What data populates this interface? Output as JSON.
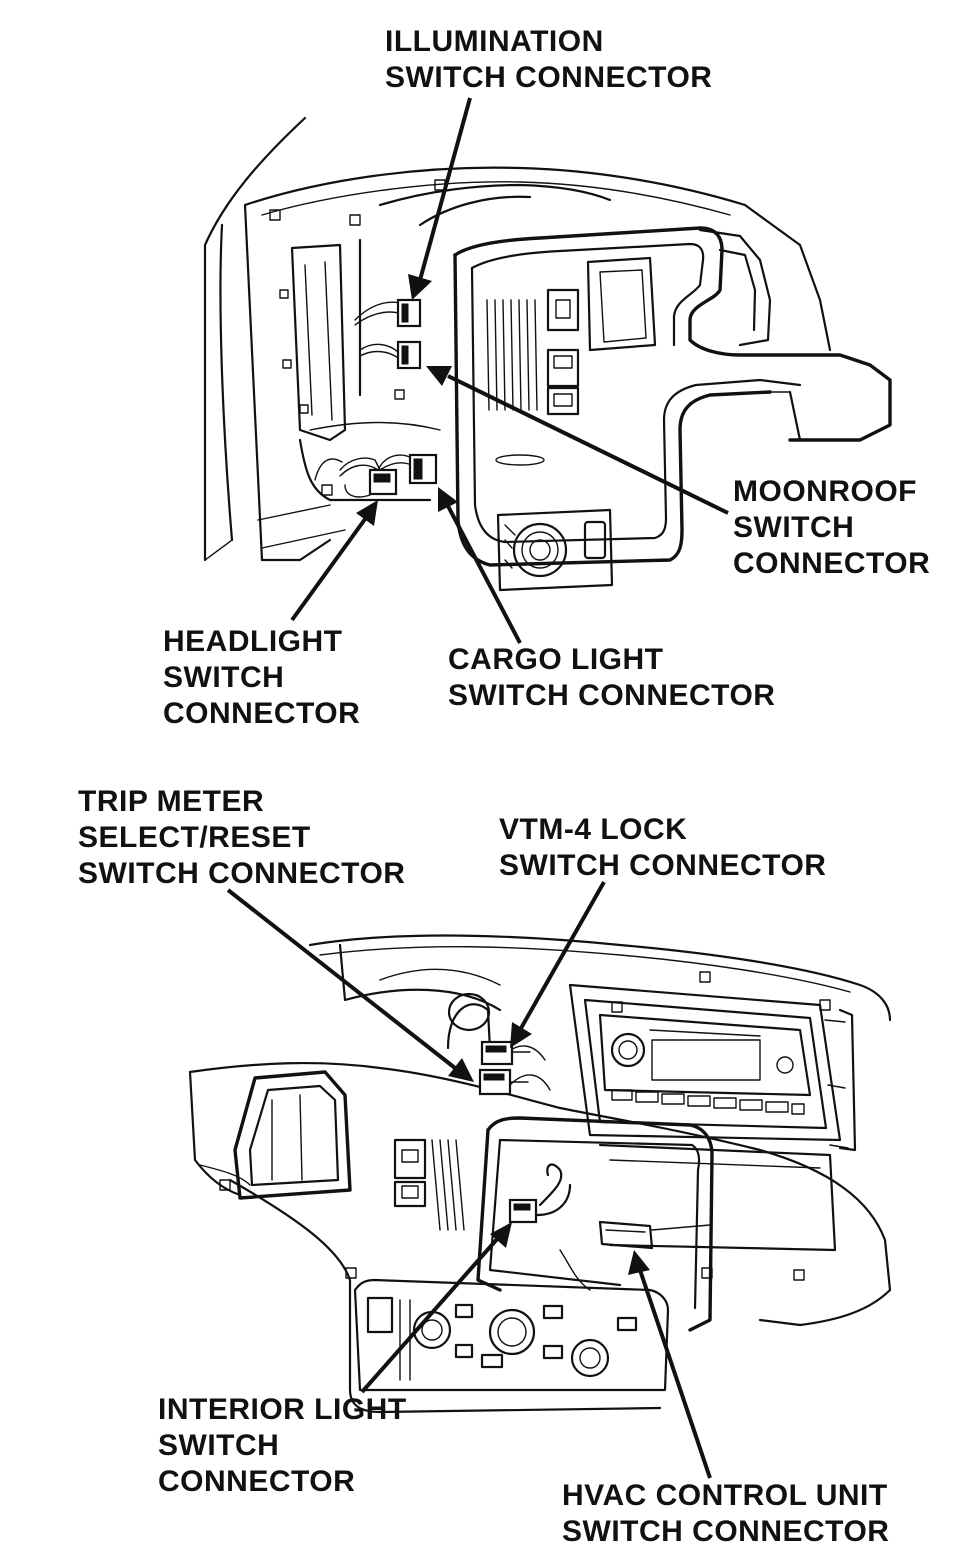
{
  "labels": {
    "illumination": [
      "ILLUMINATION",
      "SWITCH CONNECTOR"
    ],
    "moonroof": [
      "MOONROOF",
      "SWITCH",
      "CONNECTOR"
    ],
    "headlight": [
      "HEADLIGHT",
      "SWITCH",
      "CONNECTOR"
    ],
    "cargo_light": [
      "CARGO LIGHT",
      "SWITCH CONNECTOR"
    ],
    "trip_meter": [
      "TRIP METER",
      "SELECT/RESET",
      "SWITCH CONNECTOR"
    ],
    "vtm4_lock": [
      "VTM-4 LOCK",
      "SWITCH CONNECTOR"
    ],
    "interior_light": [
      "INTERIOR LIGHT",
      "SWITCH",
      "CONNECTOR"
    ],
    "hvac": [
      "HVAC CONTROL UNIT",
      "SWITCH CONNECTOR"
    ]
  },
  "colors": {
    "ink": "#111111",
    "paper": "#ffffff"
  }
}
